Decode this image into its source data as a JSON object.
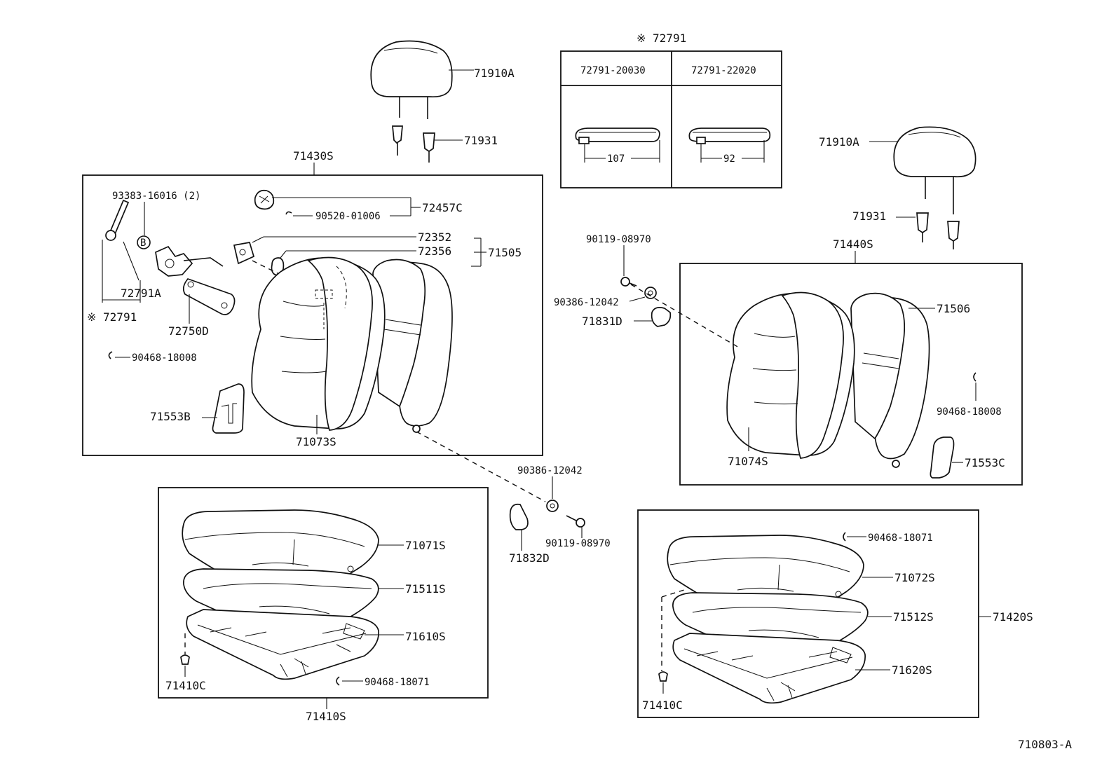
{
  "inset": {
    "title": "※ 72791",
    "col1": "72791-20030",
    "col2": "72791-22020",
    "dim1": "107",
    "dim2": "92"
  },
  "labels": {
    "l71910A_left": "71910A",
    "l71931_left": "71931",
    "l71430S": "71430S",
    "l93383": "93383-16016 (2)",
    "l72457C": "72457C",
    "l90520": "90520-01006",
    "l72352": "72352",
    "l72356": "72356",
    "l71505": "71505",
    "l72791A": "72791A",
    "l72791_star": "※ 72791",
    "l72750D": "72750D",
    "l90468_left": "90468-18008",
    "l71553B": "71553B",
    "l71073S": "71073S",
    "l90119_top": "90119-08970",
    "l90386_top": "90386-12042",
    "l71831D": "71831D",
    "l71910A_right": "71910A",
    "l71931_right": "71931",
    "l71440S": "71440S",
    "l71506": "71506",
    "l90468_right": "90468-18008",
    "l71074S": "71074S",
    "l71553C": "71553C",
    "l90386_bottom": "90386-12042",
    "l90119_bottom": "90119-08970",
    "l71832D": "71832D",
    "l71071S": "71071S",
    "l71511S": "71511S",
    "l71610S": "71610S",
    "l71410C_left": "71410C",
    "l90468_18071_left": "90468-18071",
    "l71410S": "71410S",
    "l90468_18071_right": "90468-18071",
    "l71072S": "71072S",
    "l71512S": "71512S",
    "l71420S": "71420S",
    "l71620S": "71620S",
    "l71410C_right": "71410C",
    "figure_id": "710803-A",
    "circle_b": "B"
  }
}
